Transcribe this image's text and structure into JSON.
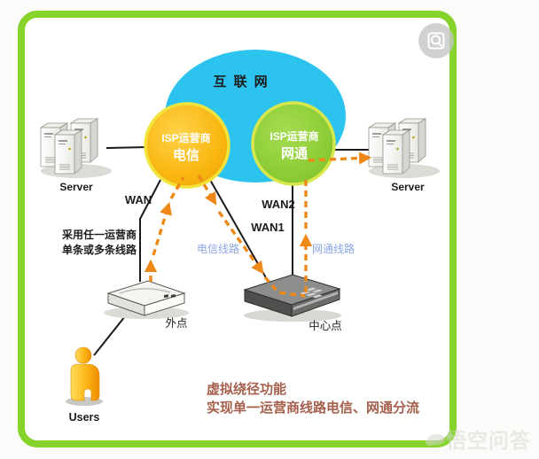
{
  "colors": {
    "border_green": "#85d32b",
    "cloud_cyan": "#2cc4ef",
    "telecom_orange": "#f7b40e",
    "telecom_rim": "#f2e43c",
    "netcom_green": "#8ccb33",
    "netcom_rim": "#d8e74c",
    "arrow_orange": "#ee8818",
    "line_label_blue": "#8aa6e4",
    "caption_red": "#a5604d",
    "black_line": "#1a1a1a"
  },
  "cloud": {
    "label": "互 联 网"
  },
  "isp_telecom": {
    "line1": "ISP运营商",
    "line2": "电信"
  },
  "isp_netcom": {
    "line1": "ISP运营商",
    "line2": "网通"
  },
  "servers": {
    "left_label": "Server",
    "right_label": "Server"
  },
  "links": {
    "wan": "WAN",
    "wan1": "WAN1",
    "wan2": "WAN2",
    "telecom_line": "电信线路",
    "netcom_line": "网通线路"
  },
  "note": {
    "line1": "采用任一运营商",
    "line2": "单条或多条线路"
  },
  "routers": {
    "outer": "外点",
    "center": "中心点"
  },
  "users": {
    "label": "Users"
  },
  "caption": {
    "line1": "虚拟绕径功能",
    "line2": "实现单一运营商线路电信、网通分流"
  },
  "watermark": {
    "qa_logo_text": "悟空问答"
  }
}
